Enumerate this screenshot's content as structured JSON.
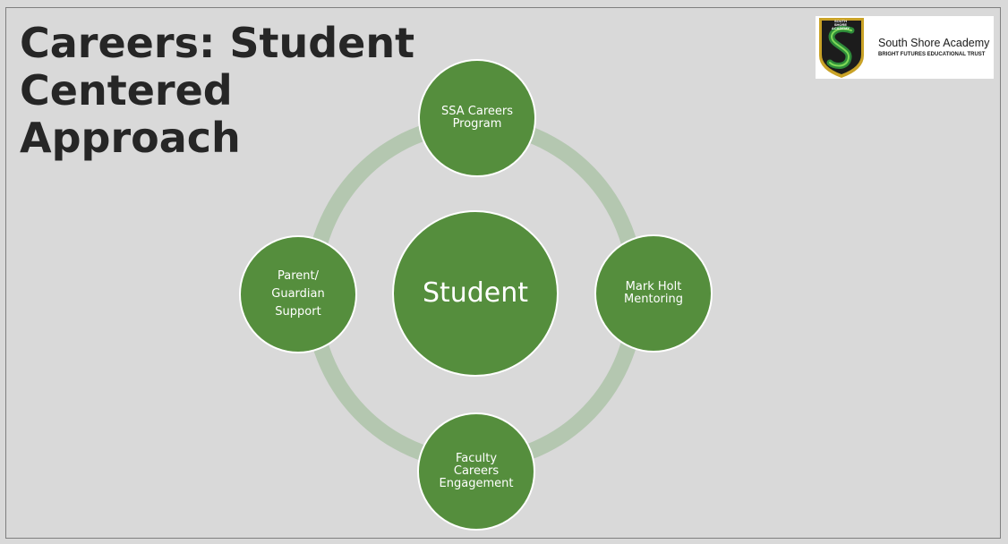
{
  "title_lines": [
    "Careers: Student",
    "Centered",
    "Approach"
  ],
  "center_node": "Student",
  "outer_nodes": {
    "top": [
      "SSA Careers",
      "Program"
    ],
    "right": [
      "Mark Holt",
      "Mentoring"
    ],
    "bottom": [
      "Faculty",
      "Careers",
      "Engagement"
    ],
    "left": [
      "Parent/",
      "Guardian",
      "Support"
    ]
  },
  "logo": {
    "name": "South Shore Academy",
    "tagline": "BRIGHT FUTURES EDUCATIONAL TRUST",
    "crest_text": [
      "SOUTH",
      "SHORE",
      "ACADEMY"
    ]
  },
  "colors": {
    "node_fill": "#558e3d",
    "ring": "#b4c7b0",
    "background": "#d9d9d9",
    "title": "#262626"
  }
}
